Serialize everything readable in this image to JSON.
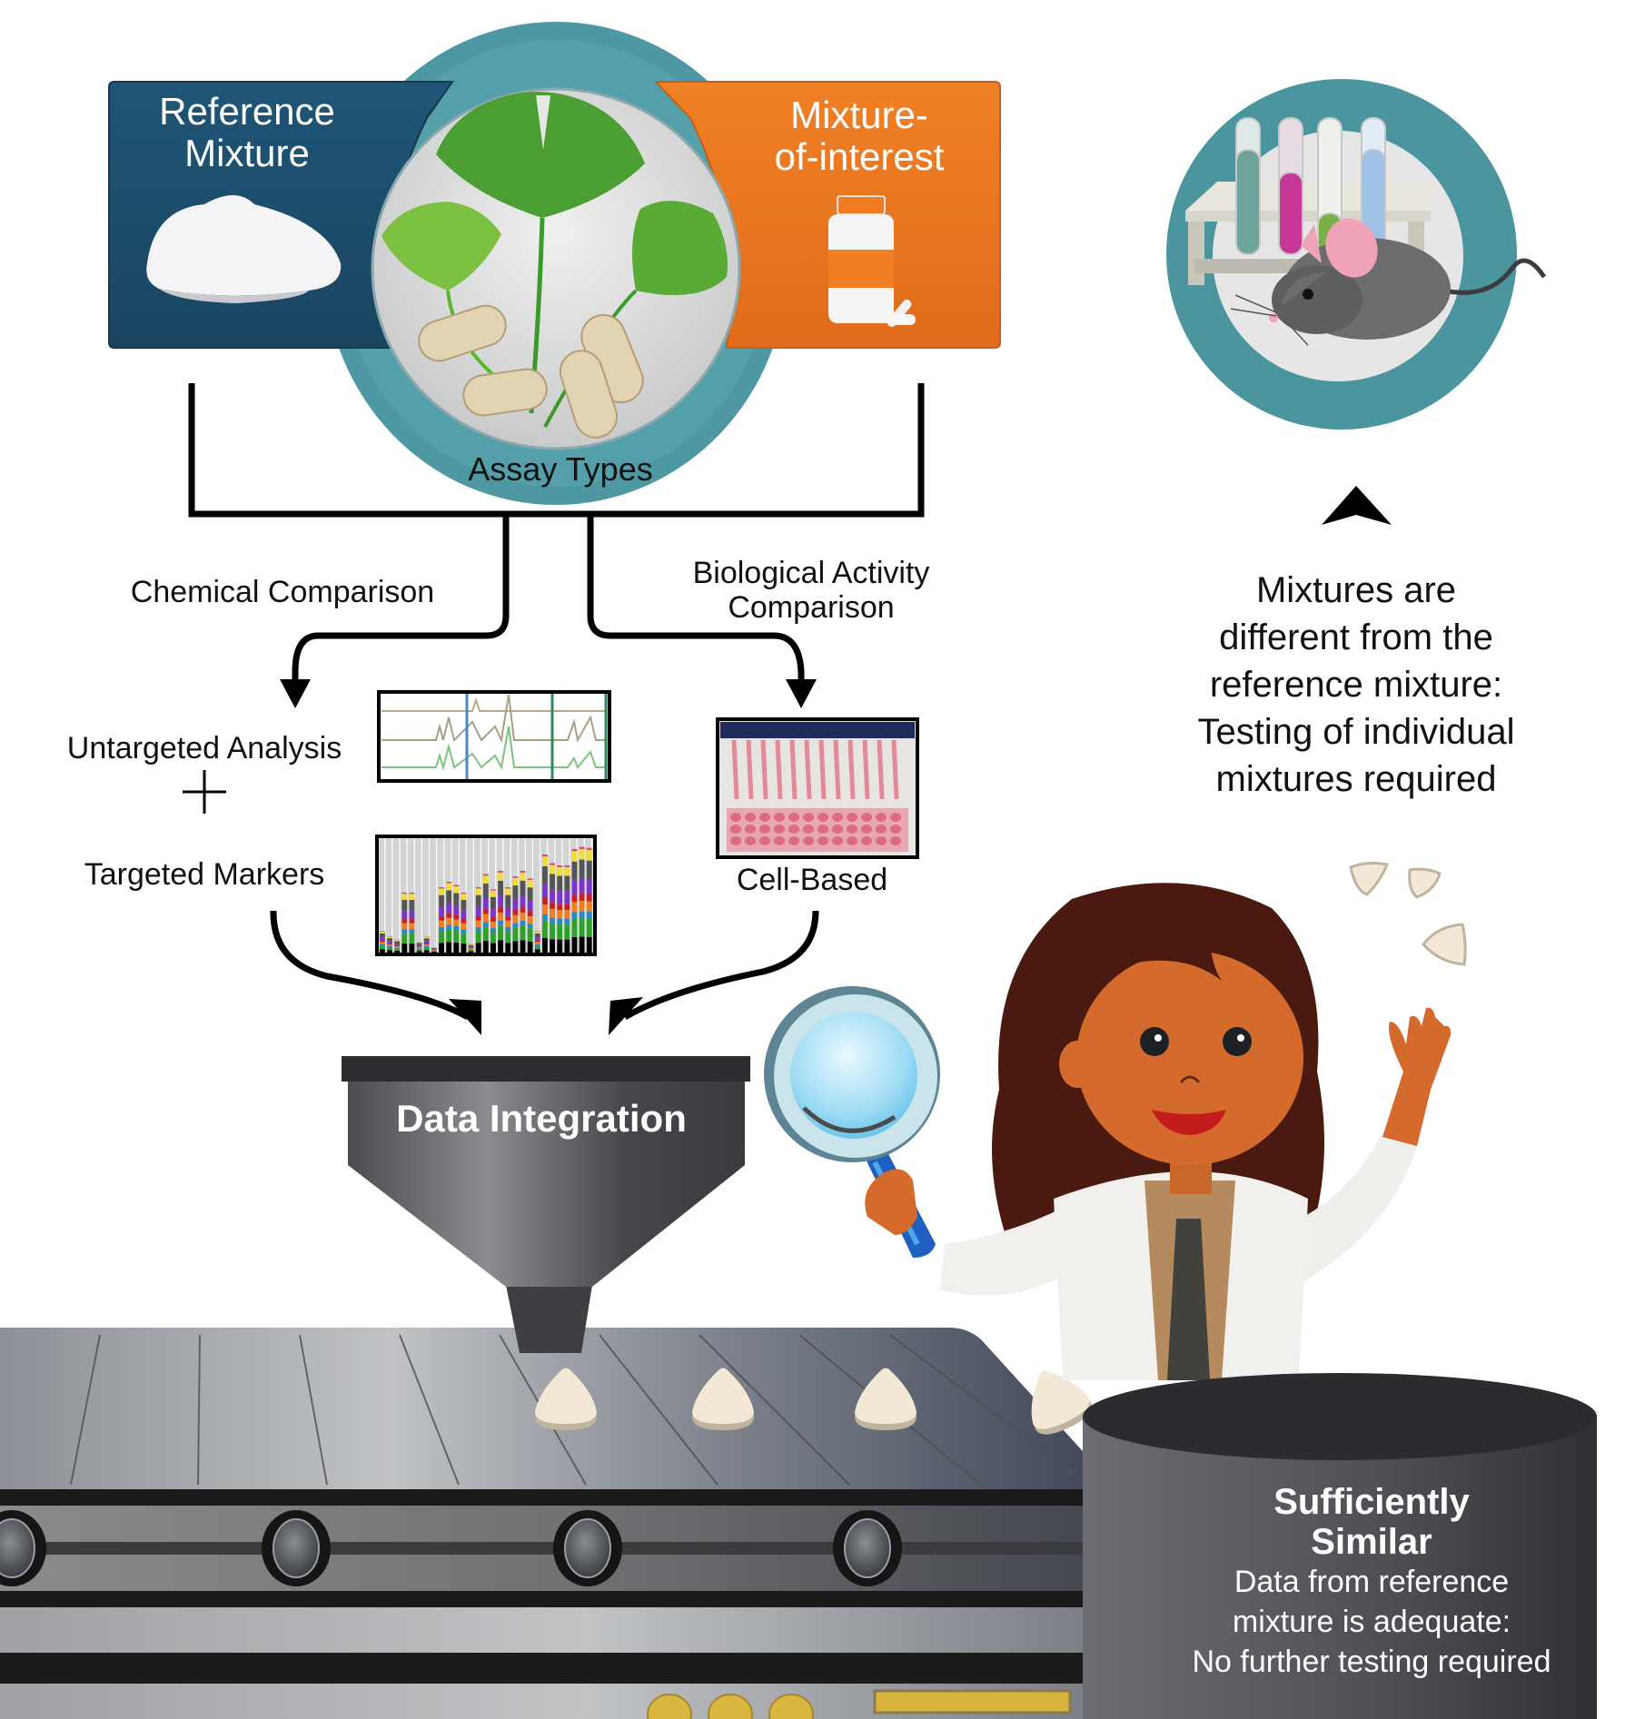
{
  "diagram": {
    "reference_box": {
      "title_line1": "Reference",
      "title_line2": "Mixture",
      "color": "#1e4f6e",
      "icon": "powder-pile-icon"
    },
    "interest_box": {
      "title_line1": "Mixture-",
      "title_line2": "of-interest",
      "color": "#ee7a22",
      "icon": "supplement-bottle-icon"
    },
    "center_disc": {
      "label": "Assay Types",
      "ring_color": "#4e98a3",
      "icon": "ginkgo-capsules-icon"
    },
    "branches": {
      "chemical": {
        "label": "Chemical Comparison"
      },
      "biological": {
        "line1": "Biological Activity",
        "line2": "Comparison"
      }
    },
    "chemical_methods": {
      "untargeted": {
        "label": "Untargeted Analysis",
        "thumbnail": "chromatogram-icon"
      },
      "plus": "+",
      "targeted": {
        "label": "Targeted Markers",
        "thumbnail": "stacked-bar-icon"
      }
    },
    "biological_methods": {
      "cell_based": {
        "label": "Cell-Based",
        "thumbnail": "well-plate-icon"
      }
    },
    "funnel": {
      "label": "Data Integration",
      "color": "#55585d"
    },
    "outcome_different": {
      "lines": [
        "Mixtures are",
        "different from the",
        "reference mixture:",
        "Testing of individual",
        "mixtures required"
      ],
      "icon": "mouse-test-tubes-icon"
    },
    "outcome_similar": {
      "title_line1": "Sufficiently",
      "title_line2": "Similar",
      "lines": [
        "Data from reference",
        "mixture is adequate:",
        "No further testing required"
      ]
    },
    "colors": {
      "teal": "#4e98a3",
      "navy": "#1e4f6e",
      "orange": "#ee7a22",
      "pill": "#f3e8d6",
      "conveyor_dark": "#2a2b2e"
    }
  }
}
